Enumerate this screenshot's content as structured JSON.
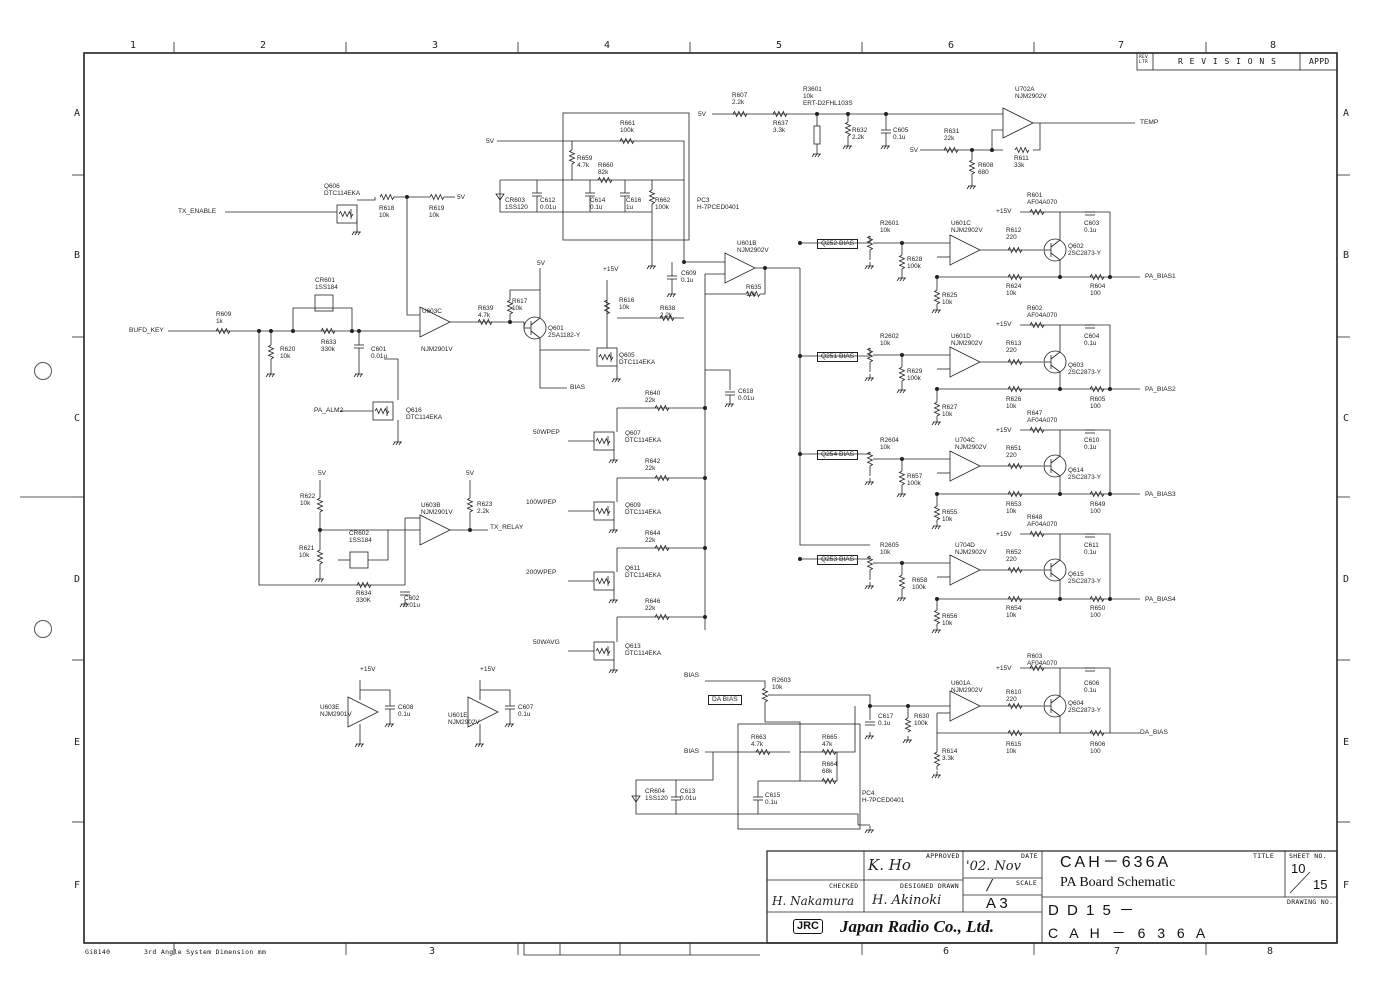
{
  "frame": {
    "columns": [
      "1",
      "2",
      "3",
      "4",
      "5",
      "6",
      "7",
      "8"
    ],
    "rows": [
      "A",
      "B",
      "C",
      "D",
      "E",
      "F"
    ],
    "bottom_columns": [
      "3",
      "6",
      "7",
      "8"
    ],
    "footer_code": "Gi8140",
    "footer_note": "3rd Angle System  Dimension mm",
    "revisions": {
      "rev_ltr": "REV LTR",
      "title": "R E V I S I O N S",
      "appd": "APPD"
    }
  },
  "title_block": {
    "checked_label": "CHECKED",
    "approved_label": "APPROVED",
    "designed_label": "DESIGNED DRAWN",
    "date_label": "DATE",
    "scale_label": "SCALE",
    "title_label": "TITLE",
    "sheet_label": "SHEET NO.",
    "drawing_label": "DRAWING NO.",
    "date": "'02. Nov",
    "scale": "/",
    "size": "A 3",
    "checked_by": "H. Nakamura",
    "designed_by": "H. Akinoki",
    "approved_by": "K. Ho",
    "model": "CAH－636A",
    "title": "PA Board Schematic",
    "sheet": "10",
    "sheet_total": "15",
    "drawing_no_1": "D D 1 5 －",
    "drawing_no_2": "C A H － 6 3 6 A",
    "company_logo": "JRC",
    "company": "Japan Radio Co., Ltd."
  },
  "components": [
    {
      "ref": "R607",
      "value": "2.2k"
    },
    {
      "ref": "R3601",
      "value": "10k",
      "extra": "ERT-D2FHL103S"
    },
    {
      "ref": "R637",
      "value": "3.3k"
    },
    {
      "ref": "R632",
      "value": "2.2k"
    },
    {
      "ref": "C605",
      "value": "0.1u"
    },
    {
      "ref": "R631",
      "value": "22k"
    },
    {
      "ref": "R608",
      "value": "680"
    },
    {
      "ref": "R611",
      "value": "33k"
    },
    {
      "ref": "U702A",
      "value": "NJM2902V"
    },
    {
      "ref": "R661",
      "value": "100k"
    },
    {
      "ref": "R659",
      "value": "4.7k"
    },
    {
      "ref": "R660",
      "value": "82k"
    },
    {
      "ref": "CR603",
      "value": "1SS120"
    },
    {
      "ref": "C612",
      "value": "0.01u"
    },
    {
      "ref": "C614",
      "value": "0.1u"
    },
    {
      "ref": "C616",
      "value": "1u"
    },
    {
      "ref": "R662",
      "value": "100k"
    },
    {
      "ref": "PC3",
      "value": "H-7PCED0401"
    },
    {
      "ref": "Q606",
      "value": "DTC114EKA"
    },
    {
      "ref": "R618",
      "value": "10k"
    },
    {
      "ref": "R619",
      "value": "10k"
    },
    {
      "ref": "CR601",
      "value": "1SS184"
    },
    {
      "ref": "R609",
      "value": "1k"
    },
    {
      "ref": "R620",
      "value": "10k"
    },
    {
      "ref": "R633",
      "value": "330k"
    },
    {
      "ref": "C601",
      "value": "0.01u"
    },
    {
      "ref": "U603C",
      "value": ""
    },
    {
      "ref": "NJM2901V",
      "value": ""
    },
    {
      "ref": "R639",
      "value": "4.7k"
    },
    {
      "ref": "R617",
      "value": "10k"
    },
    {
      "ref": "Q601",
      "value": "2SA1182-Y"
    },
    {
      "ref": "R616",
      "value": "10k"
    },
    {
      "ref": "R638",
      "value": "2.2k"
    },
    {
      "ref": "Q605",
      "value": "DTC114EKA"
    },
    {
      "ref": "Q616",
      "value": "DTC114EKA"
    },
    {
      "ref": "U601B",
      "value": "NJM2902V"
    },
    {
      "ref": "C609",
      "value": "0.1u"
    },
    {
      "ref": "R635",
      "value": "10k"
    },
    {
      "ref": "C618",
      "value": "0.01u"
    },
    {
      "ref": "R640",
      "value": "22k"
    },
    {
      "ref": "Q607",
      "value": "DTC114EKA"
    },
    {
      "ref": "R642",
      "value": "22k"
    },
    {
      "ref": "Q609",
      "value": "DTC114EKA"
    },
    {
      "ref": "R644",
      "value": "22k"
    },
    {
      "ref": "Q611",
      "value": "DTC114EKA"
    },
    {
      "ref": "R646",
      "value": "22k"
    },
    {
      "ref": "Q613",
      "value": "DTC114EKA"
    },
    {
      "ref": "R622",
      "value": "10k"
    },
    {
      "ref": "U603B",
      "value": "NJM2901V"
    },
    {
      "ref": "R623",
      "value": "2.2k"
    },
    {
      "ref": "CR602",
      "value": "1SS184"
    },
    {
      "ref": "R621",
      "value": "10k"
    },
    {
      "ref": "R634",
      "value": "330K"
    },
    {
      "ref": "C602",
      "value": "0.01u"
    },
    {
      "ref": "U603E",
      "value": "NJM2901V"
    },
    {
      "ref": "C608",
      "value": "0.1u"
    },
    {
      "ref": "U601E",
      "value": "NJM2902V"
    },
    {
      "ref": "C607",
      "value": "0.1u"
    },
    {
      "ref": "R2601",
      "value": "10k"
    },
    {
      "ref": "R628",
      "value": "100k"
    },
    {
      "ref": "R625",
      "value": "10k"
    },
    {
      "ref": "U601C",
      "value": "NJM2902V"
    },
    {
      "ref": "R612",
      "value": "220"
    },
    {
      "ref": "R601",
      "value": "AF04A070"
    },
    {
      "ref": "C603",
      "value": "0.1u"
    },
    {
      "ref": "Q602",
      "value": "2SC2873-Y"
    },
    {
      "ref": "R624",
      "value": "10k"
    },
    {
      "ref": "R604",
      "value": "100"
    },
    {
      "ref": "R2602",
      "value": "10k"
    },
    {
      "ref": "R629",
      "value": "100k"
    },
    {
      "ref": "R627",
      "value": "10k"
    },
    {
      "ref": "U601D",
      "value": "NJM2902V"
    },
    {
      "ref": "R613",
      "value": "220"
    },
    {
      "ref": "R602",
      "value": "AF04A070"
    },
    {
      "ref": "C604",
      "value": "0.1u"
    },
    {
      "ref": "Q603",
      "value": "2SC2873-Y"
    },
    {
      "ref": "R626",
      "value": "10k"
    },
    {
      "ref": "R605",
      "value": "100"
    },
    {
      "ref": "R2604",
      "value": "10k"
    },
    {
      "ref": "R657",
      "value": "100k"
    },
    {
      "ref": "R655",
      "value": "10k"
    },
    {
      "ref": "U704C",
      "value": "NJM2902V"
    },
    {
      "ref": "R651",
      "value": "220"
    },
    {
      "ref": "R647",
      "value": "AF04A070"
    },
    {
      "ref": "C610",
      "value": "0.1u"
    },
    {
      "ref": "Q614",
      "value": "2SC2873-Y"
    },
    {
      "ref": "R653",
      "value": "10k"
    },
    {
      "ref": "R649",
      "value": "100"
    },
    {
      "ref": "R2605",
      "value": "10k"
    },
    {
      "ref": "R658",
      "value": "100k"
    },
    {
      "ref": "R656",
      "value": "10k"
    },
    {
      "ref": "U704D",
      "value": "NJM2902V"
    },
    {
      "ref": "R652",
      "value": "220"
    },
    {
      "ref": "R648",
      "value": "AF04A070"
    },
    {
      "ref": "C611",
      "value": "0.1u"
    },
    {
      "ref": "Q615",
      "value": "2SC2873-Y"
    },
    {
      "ref": "R654",
      "value": "10k"
    },
    {
      "ref": "R650",
      "value": "100"
    },
    {
      "ref": "R2603",
      "value": "10k"
    },
    {
      "ref": "C617",
      "value": "0.1u"
    },
    {
      "ref": "R630",
      "value": "100k"
    },
    {
      "ref": "U601A",
      "value": "NJM2902V"
    },
    {
      "ref": "R610",
      "value": "220"
    },
    {
      "ref": "R603",
      "value": "AF04A070"
    },
    {
      "ref": "C606",
      "value": "0.1u"
    },
    {
      "ref": "Q604",
      "value": "2SC2873-Y"
    },
    {
      "ref": "R615",
      "value": "10k"
    },
    {
      "ref": "R606",
      "value": "100"
    },
    {
      "ref": "R614",
      "value": "3.3k"
    },
    {
      "ref": "R663",
      "value": "4.7k"
    },
    {
      "ref": "R665",
      "value": "47k"
    },
    {
      "ref": "R664",
      "value": "68k"
    },
    {
      "ref": "CR604",
      "value": "1SS120"
    },
    {
      "ref": "C613",
      "value": "0.01u"
    },
    {
      "ref": "C615",
      "value": "0.1u"
    },
    {
      "ref": "PC4",
      "value": "H-7PCED0401"
    }
  ],
  "nets": [
    "5V",
    "TEMP",
    "5V",
    "5V",
    "TX_ENABLE",
    "5V",
    "BUFD_KEY",
    "5V",
    "+15V",
    "BIAS",
    "PA_ALM2",
    "50WPEP",
    "100WPEP",
    "200WPEP",
    "50WAVG",
    "5V",
    "5V",
    "TX_RELAY",
    "+15V",
    "+15V",
    "+15V",
    "PA_BIAS1",
    "+15V",
    "PA_BIAS2",
    "+15V",
    "PA_BIAS3",
    "+15V",
    "PA_BIAS4",
    "BIAS",
    "+15V",
    "DA_BIAS",
    "BIAS"
  ],
  "boxed_nets": [
    "Q252 BIAS",
    "Q251 BIAS",
    "Q254 BIAS",
    "Q253 BIAS",
    "DA BIAS"
  ]
}
